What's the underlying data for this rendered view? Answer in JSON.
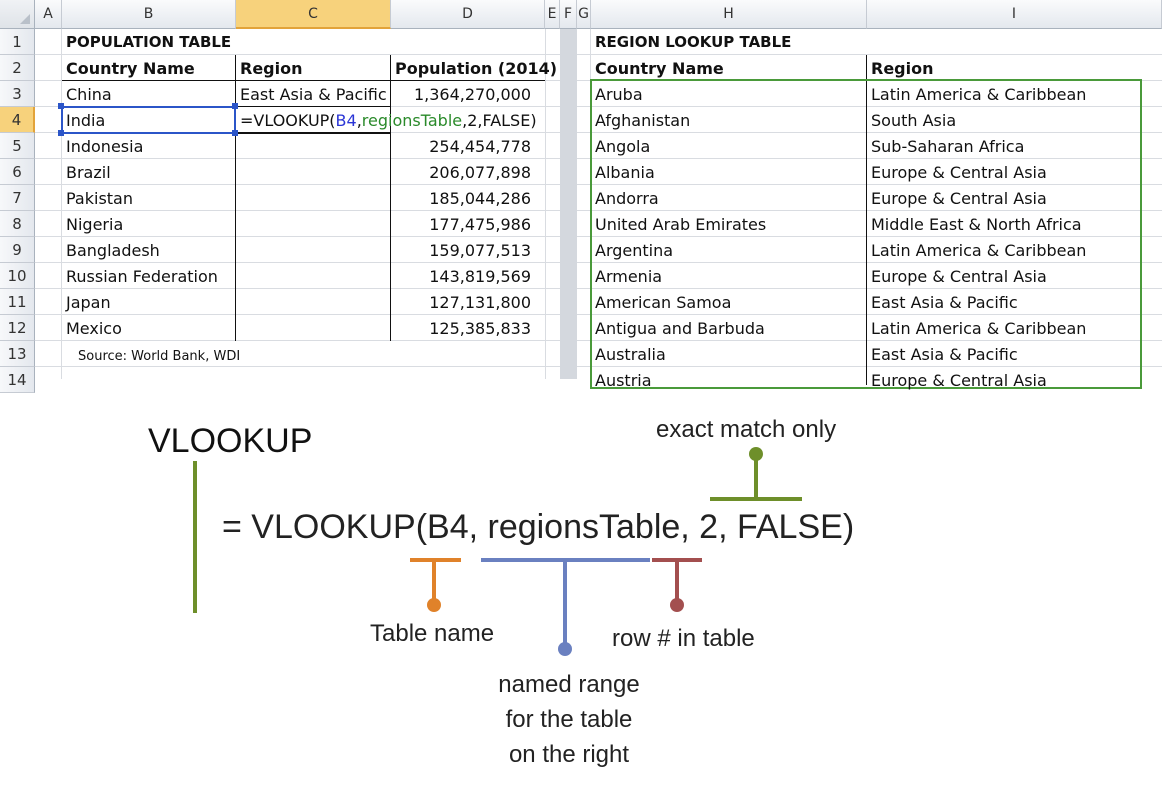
{
  "columns": [
    "A",
    "B",
    "C",
    "D",
    "E",
    "F",
    "G",
    "H",
    "I"
  ],
  "rows": [
    "1",
    "2",
    "3",
    "4",
    "5",
    "6",
    "7",
    "8",
    "9",
    "10",
    "11",
    "12",
    "13",
    "14"
  ],
  "left_table": {
    "title": "POPULATION TABLE",
    "headers": [
      "Country Name",
      "Region",
      "Population (2014)"
    ],
    "rows": [
      {
        "country": "China",
        "region": "East Asia & Pacific",
        "population": "1,364,270,000"
      },
      {
        "country": "India",
        "region": "",
        "population": ""
      },
      {
        "country": "Indonesia",
        "region": "",
        "population": "254,454,778"
      },
      {
        "country": "Brazil",
        "region": "",
        "population": "206,077,898"
      },
      {
        "country": "Pakistan",
        "region": "",
        "population": "185,044,286"
      },
      {
        "country": "Nigeria",
        "region": "",
        "population": "177,475,986"
      },
      {
        "country": "Bangladesh",
        "region": "",
        "population": "159,077,513"
      },
      {
        "country": "Russian Federation",
        "region": "",
        "population": "143,819,569"
      },
      {
        "country": "Japan",
        "region": "",
        "population": "127,131,800"
      },
      {
        "country": "Mexico",
        "region": "",
        "population": "125,385,833"
      }
    ],
    "source": "Source: World Bank, WDI",
    "formula_parts": [
      "=VLOOKUP(",
      "B4",
      ",",
      "regionsTable",
      ",2,FALSE)"
    ]
  },
  "right_table": {
    "title": "REGION LOOKUP TABLE",
    "headers": [
      "Country Name",
      "Region"
    ],
    "rows": [
      {
        "country": "Aruba",
        "region": "Latin America & Caribbean"
      },
      {
        "country": "Afghanistan",
        "region": "South Asia"
      },
      {
        "country": "Angola",
        "region": "Sub-Saharan Africa"
      },
      {
        "country": "Albania",
        "region": "Europe & Central Asia"
      },
      {
        "country": "Andorra",
        "region": "Europe & Central Asia"
      },
      {
        "country": "United Arab Emirates",
        "region": "Middle East & North Africa"
      },
      {
        "country": "Argentina",
        "region": "Latin America & Caribbean"
      },
      {
        "country": "Armenia",
        "region": "Europe & Central Asia"
      },
      {
        "country": "American Samoa",
        "region": "East Asia & Pacific"
      },
      {
        "country": "Antigua and Barbuda",
        "region": "Latin America & Caribbean"
      },
      {
        "country": "Australia",
        "region": "East Asia & Pacific"
      },
      {
        "country": "Austria",
        "region": "Europe & Central Asia"
      }
    ]
  },
  "diagram": {
    "title": "VLOOKUP",
    "formula": "= VLOOKUP(B4, regionsTable, 2, FALSE)",
    "label_exact": "exact match only",
    "label_table": "Table name",
    "label_range": [
      "named range",
      "for the table",
      "on the right"
    ],
    "label_row": "row # in table"
  },
  "colors": {
    "green_line": "#6e8f2a",
    "orange": "#e0822a",
    "blue": "#6a80c0",
    "brown": "#a34f4f",
    "selection_blue": "#2b55c8",
    "lookup_box_green": "#4a9a3a"
  }
}
